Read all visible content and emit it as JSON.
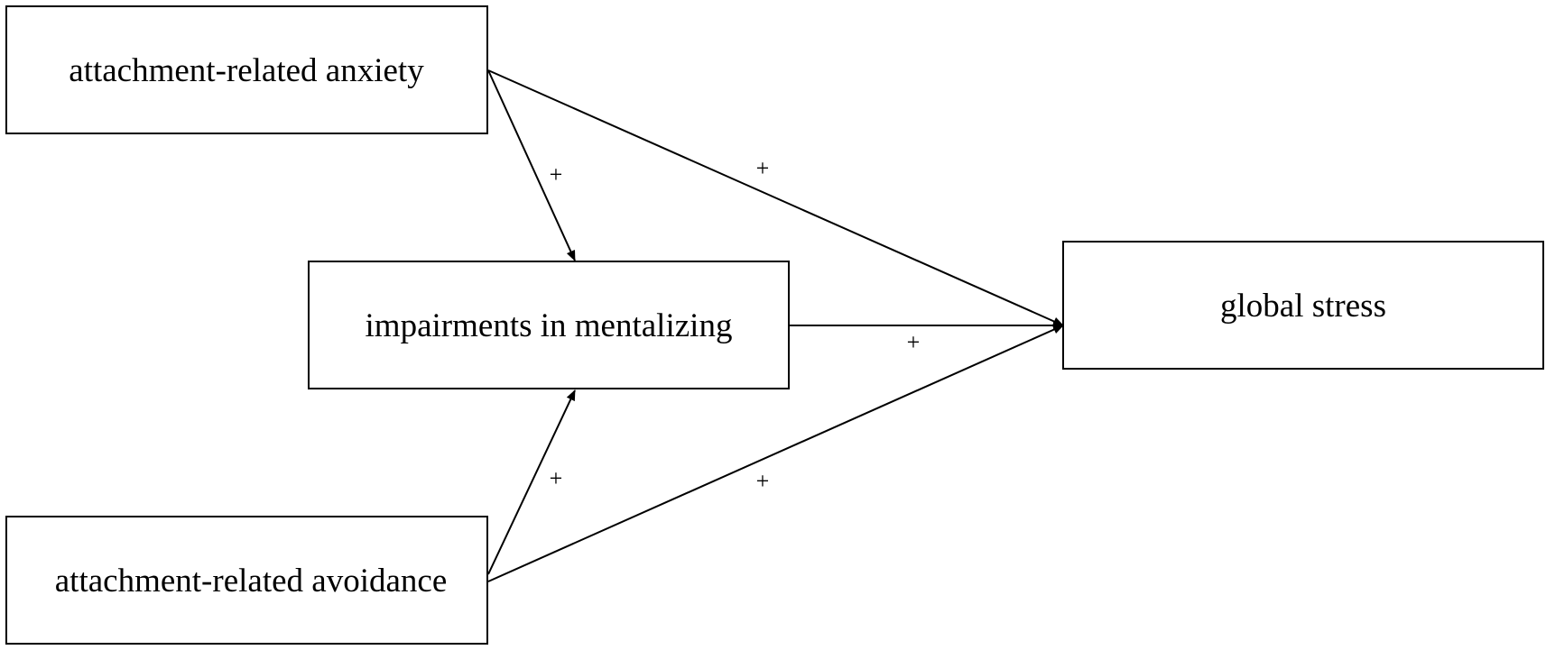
{
  "diagram": {
    "nodes": {
      "anxiety": {
        "label": "attachment-related anxiety"
      },
      "mentalizing": {
        "label": "impairments in mentalizing"
      },
      "avoidance": {
        "label": "attachment-related avoidance"
      },
      "stress": {
        "label": "global stress"
      }
    },
    "edges": [
      {
        "from": "attachment-related anxiety",
        "to": "impairments in mentalizing",
        "sign": "+"
      },
      {
        "from": "attachment-related anxiety",
        "to": "global stress",
        "sign": "+"
      },
      {
        "from": "impairments in mentalizing",
        "to": "global stress",
        "sign": "+"
      },
      {
        "from": "attachment-related avoidance",
        "to": "impairments in mentalizing",
        "sign": "+"
      },
      {
        "from": "attachment-related avoidance",
        "to": "global stress",
        "sign": "+"
      }
    ]
  }
}
